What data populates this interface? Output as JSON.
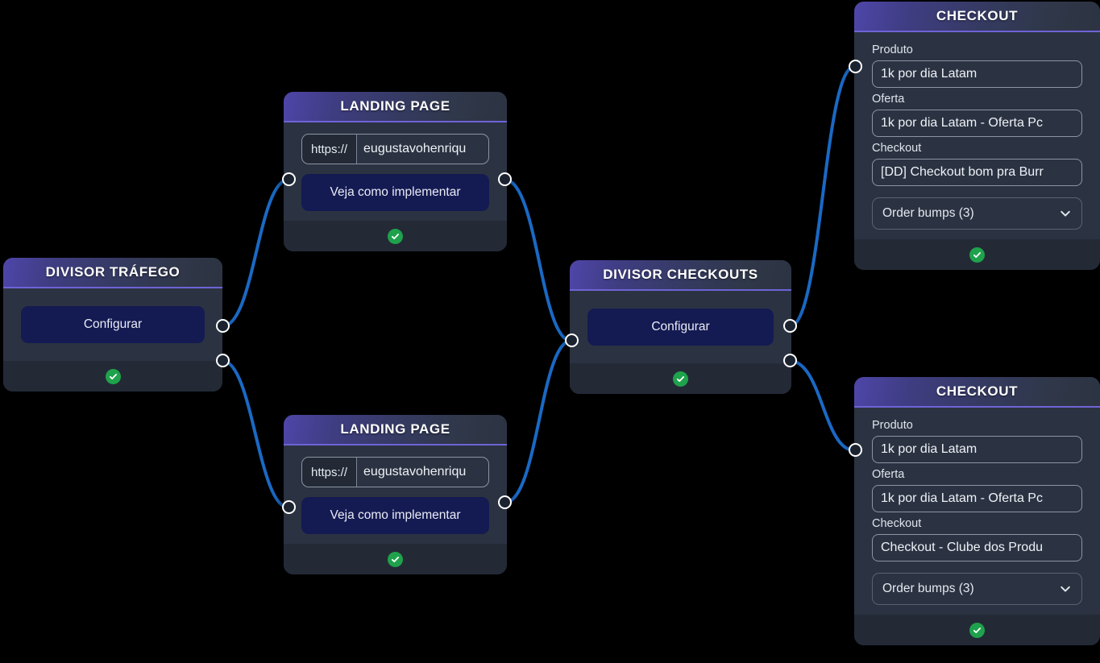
{
  "canvas": {
    "background": "#000000",
    "edge_color": "#1a69c4",
    "header_accent": "#6f63d6",
    "status_color": "#1fa24c",
    "button_color": "#141a52"
  },
  "nodes": [
    {
      "id": "divisor-trafego",
      "type": "divisor",
      "title": "DIVISOR TRÁFEGO",
      "button_label": "Configurar",
      "status": "ok"
    },
    {
      "id": "landing-page-top",
      "type": "landing-page",
      "title": "LANDING PAGE",
      "url_prefix": "https://",
      "url_value": "eugustavohenriqu",
      "button_label": "Veja como implementar",
      "status": "ok"
    },
    {
      "id": "landing-page-bottom",
      "type": "landing-page",
      "title": "LANDING PAGE",
      "url_prefix": "https://",
      "url_value": "eugustavohenriqu",
      "button_label": "Veja como implementar",
      "status": "ok"
    },
    {
      "id": "divisor-checkouts",
      "type": "divisor",
      "title": "DIVISOR CHECKOUTS",
      "button_label": "Configurar",
      "status": "ok"
    },
    {
      "id": "checkout-top",
      "type": "checkout",
      "title": "CHECKOUT",
      "fields": [
        {
          "label": "Produto",
          "value": "1k por dia Latam"
        },
        {
          "label": "Oferta",
          "value": "1k por dia Latam - Oferta Pc"
        },
        {
          "label": "Checkout",
          "value": "[DD] Checkout bom pra Burr"
        }
      ],
      "select_label": "Order bumps (3)",
      "select_icon": "chevron-down-icon",
      "status": "ok"
    },
    {
      "id": "checkout-bottom",
      "type": "checkout",
      "title": "CHECKOUT",
      "fields": [
        {
          "label": "Produto",
          "value": "1k por dia Latam"
        },
        {
          "label": "Oferta",
          "value": "1k por dia Latam - Oferta Pc"
        },
        {
          "label": "Checkout",
          "value": "Checkout - Clube dos Produ"
        }
      ],
      "select_label": "Order bumps (3)",
      "select_icon": "chevron-down-icon",
      "status": "ok"
    }
  ]
}
